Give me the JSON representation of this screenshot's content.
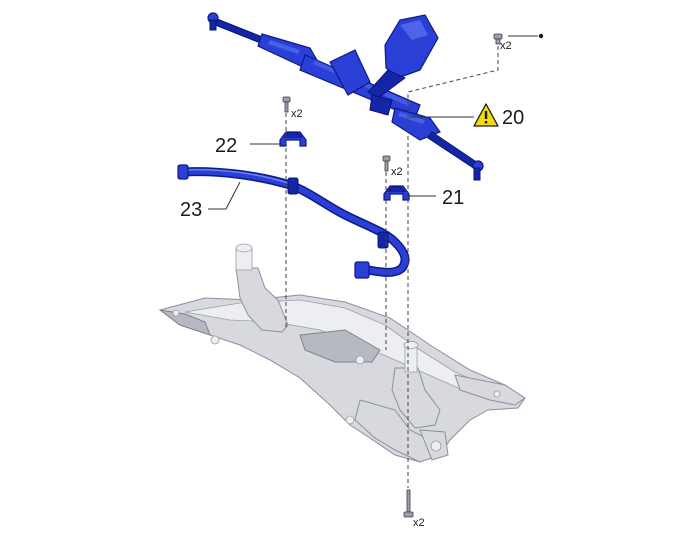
{
  "callouts": {
    "steering_gear": "20",
    "stabilizer_bracket_right": "21",
    "stabilizer_bracket_left": "22",
    "stabilizer_bar": "23"
  },
  "quantities": {
    "steering_gear_bolt": "x2",
    "bracket_left_bolt": "x2",
    "bracket_right_bolt": "x2",
    "subframe_bolt": "x2"
  },
  "icons": {
    "warning": "warning-triangle-icon"
  },
  "colors": {
    "part_highlight": "#2a3fd6",
    "subframe": "#d7d9df",
    "warning": "#f5d90a"
  }
}
